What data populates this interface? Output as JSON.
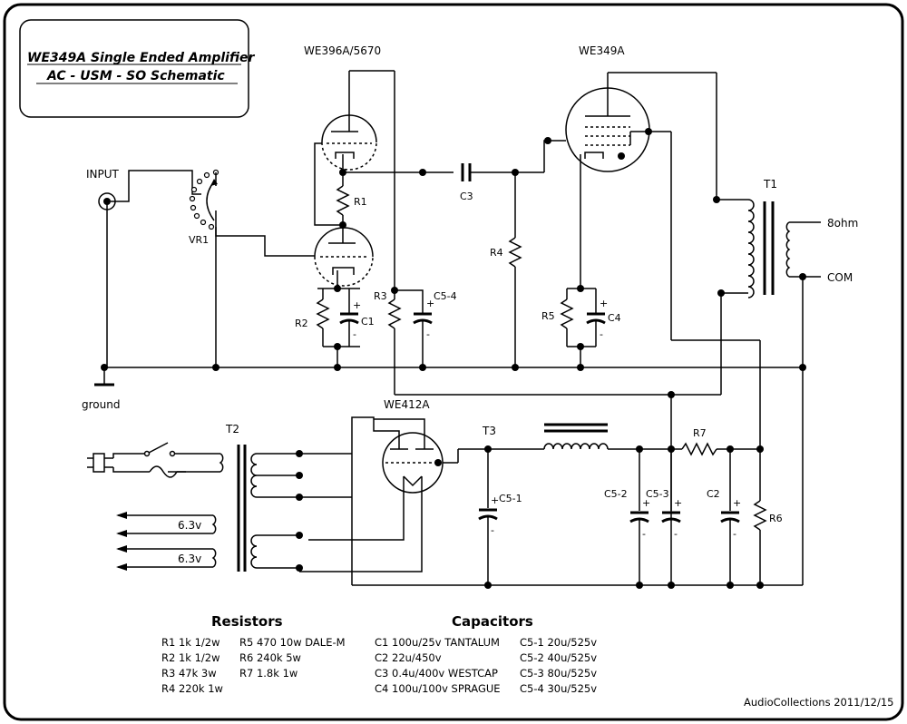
{
  "title": {
    "line1": "WE349A Single Ended Amplifier",
    "line2": "AC - USM - SO Schematic"
  },
  "tubes": {
    "we396a": "WE396A/5670",
    "we349a": "WE349A",
    "we412a": "WE412A"
  },
  "labels": {
    "input": "INPUT",
    "ground": "ground",
    "vr1": "VR1",
    "r1": "R1",
    "r2": "R2",
    "r3": "R3",
    "r4": "R4",
    "r5": "R5",
    "r6": "R6",
    "r7": "R7",
    "c1": "C1",
    "c2": "C2",
    "c3": "C3",
    "c4": "C4",
    "c5_1": "C5-1",
    "c5_2": "C5-2",
    "c5_3": "C5-3",
    "c5_4": "C5-4",
    "t1": "T1",
    "t2": "T2",
    "t3": "T3",
    "ohm8": "8ohm",
    "com": "COM",
    "v63a": "6.3v",
    "v63b": "6.3v",
    "plus": "+",
    "minus": "-"
  },
  "resistors": {
    "heading": "Resistors",
    "col1": [
      "R1 1k 1/2w",
      "R2 1k 1/2w",
      "R3 47k 3w",
      "R4 220k 1w"
    ],
    "col2": [
      "R5 470 10w DALE-M",
      "R6 240k 5w",
      "R7 1.8k 1w"
    ]
  },
  "capacitors": {
    "heading": "Capacitors",
    "col1": [
      "C1 100u/25v TANTALUM",
      "C2 22u/450v",
      "C3 0.4u/400v WESTCAP",
      "C4 100u/100v SPRAGUE"
    ],
    "col2": [
      "C5-1 20u/525v",
      "C5-2 40u/525v",
      "C5-3 80u/525v",
      "C5-4 30u/525v"
    ]
  },
  "footer": "AudioCollections 2011/12/15"
}
